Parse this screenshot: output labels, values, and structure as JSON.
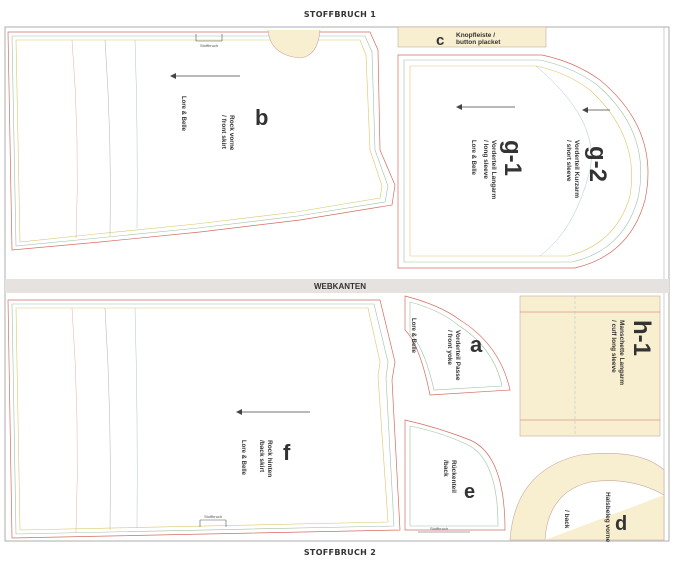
{
  "labels": {
    "fold_top": "STOFFBRUCH 1",
    "fold_bottom": "STOFFBRUCH 2",
    "selvage": "WEBKANTEN",
    "fold_mark": "Stoffbruch"
  },
  "pieces": [
    {
      "letter": "b",
      "title_de": "Rock vorne",
      "title_en": "/ front skirt"
    },
    {
      "letter": "c",
      "title_de": "Knopfleiste /",
      "title_en": "button placket"
    },
    {
      "letter": "g-1",
      "title_de": "Vorderteil Langarm",
      "title_en": "/ long sleeve"
    },
    {
      "letter": "g-2",
      "title_de": "Vorderteil Kurzarm",
      "title_en": "/ short sleeve"
    },
    {
      "letter": "a",
      "title_de": "Vorderteil Passe",
      "title_en": "/ front yoke"
    },
    {
      "letter": "h-1",
      "title_de": "Manschette Langarm",
      "title_en": "/ cuff long sleeve"
    },
    {
      "letter": "f",
      "title_de": "Rock hinten",
      "title_en": "/back skirt"
    },
    {
      "letter": "e",
      "title_de": "Rückenteil",
      "title_en": "/back"
    },
    {
      "letter": "d",
      "title_de": "Halsbeleg vorne",
      "title_en": "/ back"
    }
  ],
  "brand": "Lore & Belle",
  "colors": {
    "paper": "#ffffff",
    "band": "#e6e2df",
    "piece_fill": "#f7efcf",
    "line": "#c9a7a2"
  }
}
